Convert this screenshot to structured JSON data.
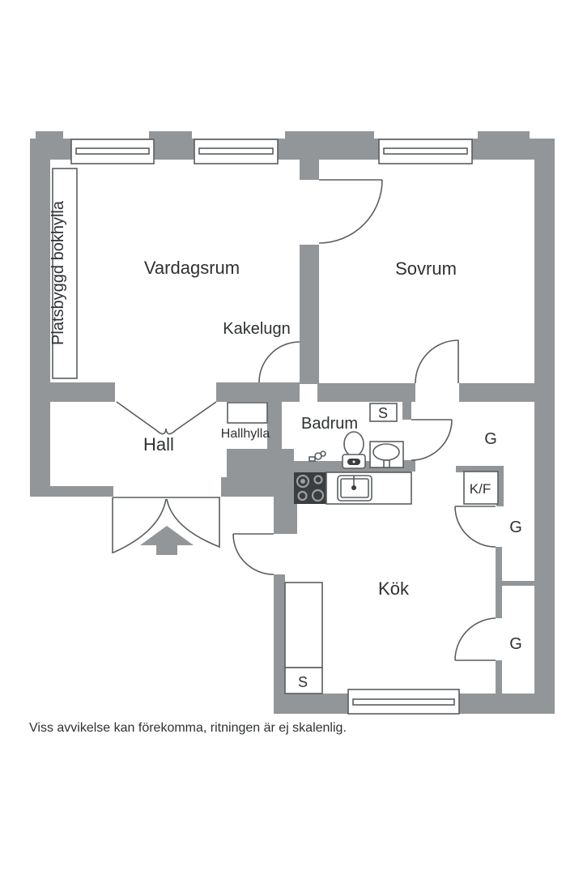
{
  "plan": {
    "rooms": {
      "vardagsrum": "Vardagsrum",
      "sovrum": "Sovrum",
      "hall": "Hall",
      "badrum": "Badrum",
      "kok": "Kök"
    },
    "features": {
      "bokhylla": "Platsbyggd bokhylla",
      "kakelugn": "Kakelugn",
      "hallhylla": "Hallhylla",
      "closet_badrum": "S",
      "closet_kok": "S",
      "wardrobe_1": "G",
      "wardrobe_2": "G",
      "wardrobe_3": "G",
      "fridge_freezer": "K/F"
    },
    "disclaimer": "Viss avvikelse kan förekomma, ritningen är ej skalenlig.",
    "colors": {
      "wall": "#939698",
      "line": "#5a5e60",
      "fixture_dark": "#3b3d3f",
      "text": "#2e3133",
      "bg": "#ffffff"
    }
  }
}
